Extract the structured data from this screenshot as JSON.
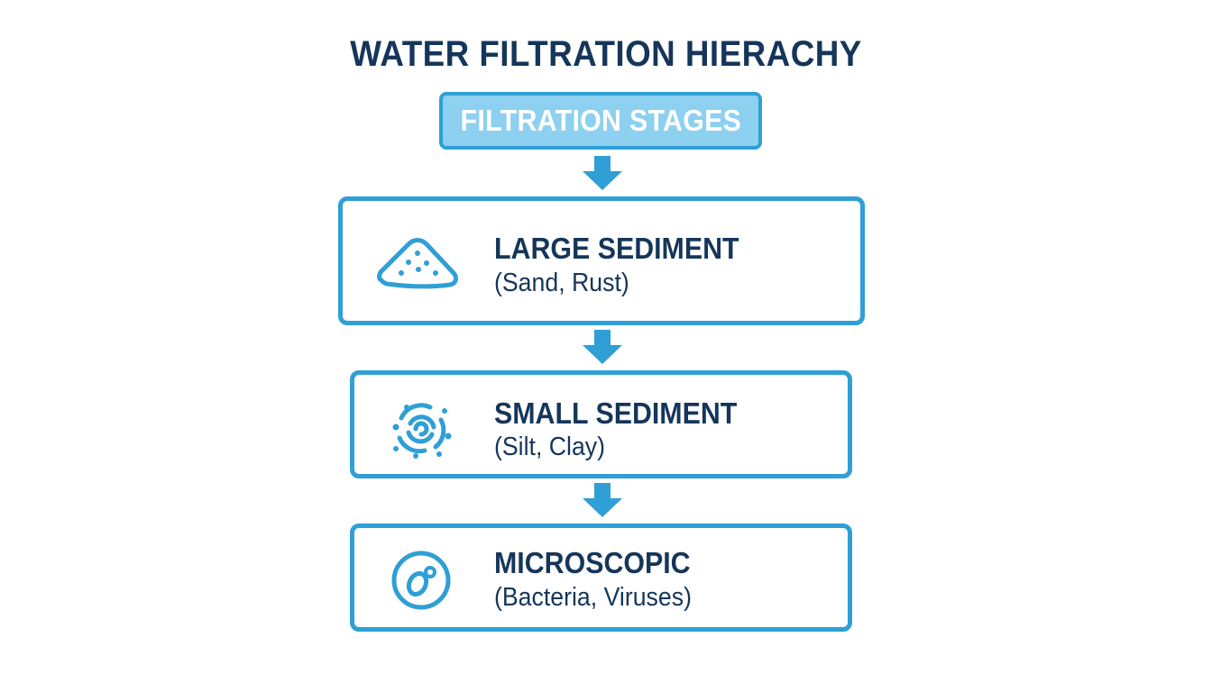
{
  "title": "WATER FILTRATION HIERACHY",
  "header": {
    "label": "FILTRATION STAGES"
  },
  "colors": {
    "accent": "#2f9fd6",
    "header_fill": "#8dd0f0",
    "text": "#15365a"
  },
  "stages": [
    {
      "name": "LARGE SEDIMENT",
      "description": "(Sand, Rust)",
      "icon": "sand-pile-icon"
    },
    {
      "name": "SMALL SEDIMENT",
      "description": "(Silt, Clay)",
      "icon": "swirl-particles-icon"
    },
    {
      "name": "MICROSCOPIC",
      "description": "(Bacteria, Viruses)",
      "icon": "microbe-cell-icon"
    }
  ]
}
